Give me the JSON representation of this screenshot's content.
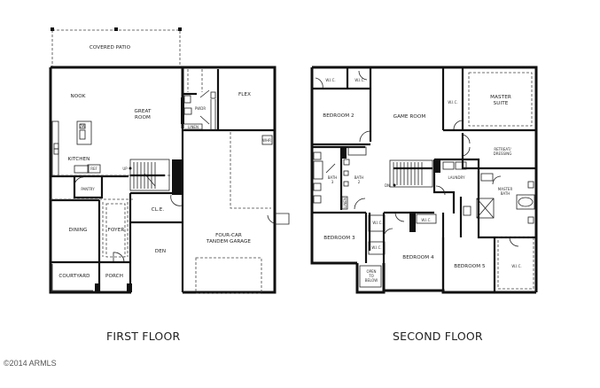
{
  "first_floor": {
    "title": "FIRST FLOOR",
    "rooms": {
      "covered_patio": "COVERED PATIO",
      "nook": "NOOK",
      "great_room_1": "GREAT",
      "great_room_2": "ROOM",
      "kitchen": "KITCHEN",
      "pwdr": "PWDR",
      "linen": "LINEN",
      "flex": "FLEX",
      "pantry": "PANTRY",
      "dw": "DW",
      "ref": "REF",
      "up": "UP",
      "whr": "WHR",
      "cle": "CL.E.",
      "dining": "DINING",
      "foyer": "FOYER",
      "den": "DEN",
      "garage_1": "FOUR-CAR",
      "garage_2": "TANDEM GARAGE",
      "courtyard": "COURTYARD",
      "porch": "PORCH"
    }
  },
  "second_floor": {
    "title": "SECOND FLOOR",
    "rooms": {
      "wic_1": "W.I.C.",
      "wic_2": "W.I.C.",
      "bedroom_2": "BEDROOM 2",
      "game_room": "GAME ROOM",
      "wic_master": "W.I.C.",
      "master_suite_1": "MASTER",
      "master_suite_2": "SUITE",
      "retreat_1": "RETREAT/",
      "retreat_2": "DRESSING",
      "bath_3_a": "BATH",
      "bath_3_b": "3",
      "bath_2_a": "BATH",
      "bath_2_b": "2",
      "linen": "LINEN",
      "dn": "DN",
      "laundry": "LAUNDRY",
      "master_bath_1": "MASTER",
      "master_bath_2": "BATH",
      "wic_3": "W.I.C.",
      "wic_4": "W.I.C.",
      "wic_5": "W.I.C.",
      "bedroom_3": "BEDROOM 3",
      "bedroom_4": "BEDROOM 4",
      "bedroom_5": "BEDROOM 5",
      "wic_big": "W.I.C.",
      "open_1": "OPEN",
      "open_2": "TO",
      "open_3": "BELOW"
    }
  },
  "footer": {
    "copyright": "©2014 ARMLS"
  }
}
